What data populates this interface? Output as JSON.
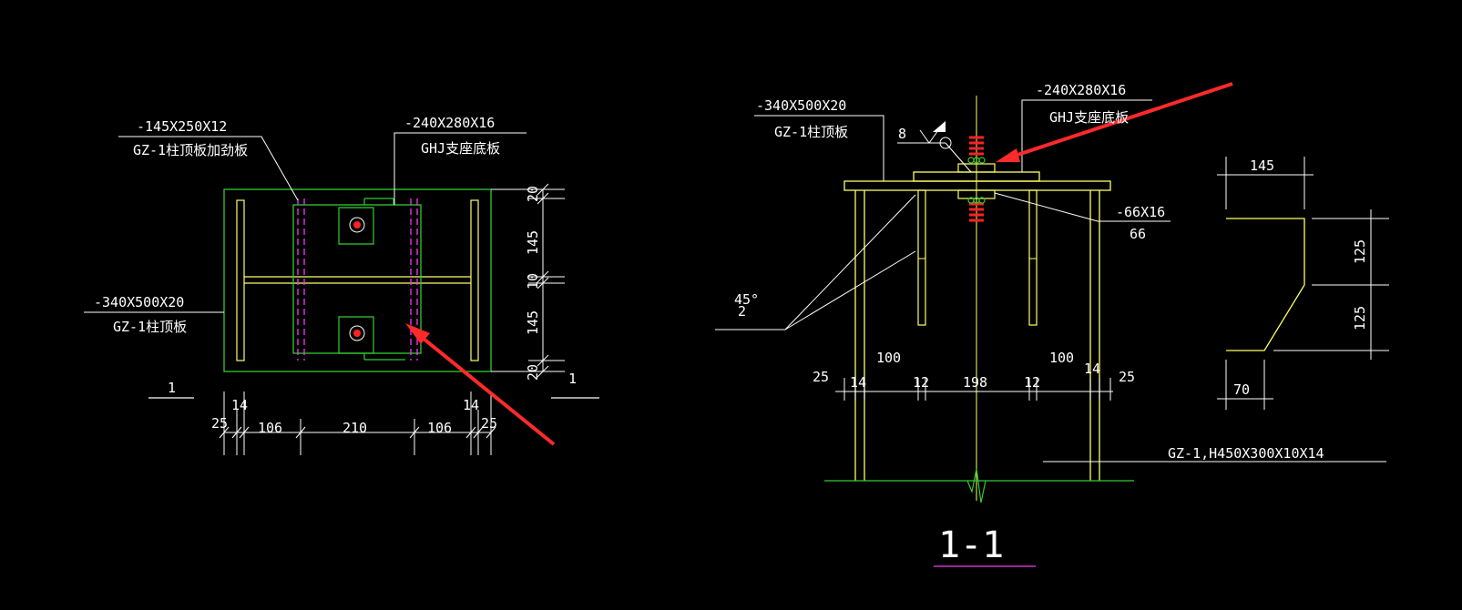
{
  "colors": {
    "background": "#000000",
    "steel": "#ffff66",
    "plate": "#33cc33",
    "rib": "#ff33ff",
    "leader": "#ffffff",
    "dimension": "#ffffff",
    "bolt": "#ff2222",
    "arrow": "#ff2a2a",
    "section_underline": "#cc33cc"
  },
  "plan_view": {
    "stiffener_spec": "-145X250X12",
    "stiffener_name": "GZ-1柱顶板加劲板",
    "base_plate_spec": "-240X280X16",
    "base_plate_name": "GHJ支座底板",
    "cap_plate_spec": "-340X500X20",
    "cap_plate_name": "GZ-1柱顶板",
    "section_mark_left": "1",
    "section_mark_right": "1",
    "dims_vertical": [
      "20",
      "145",
      "10",
      "145",
      "20"
    ],
    "dims_horizontal": [
      "25",
      "14",
      "106",
      "210",
      "106",
      "14",
      "25"
    ]
  },
  "section_view": {
    "cap_plate_spec": "-340X500X20",
    "cap_plate_name": "GZ-1柱顶板",
    "base_plate_spec": "-240X280X16",
    "base_plate_name": "GHJ支座底板",
    "weld_size": "8",
    "washer_spec": "-66X16",
    "washer_sub": "66",
    "angle_label": "45°",
    "angle_sub": "2",
    "dims_top": [
      "100",
      "100"
    ],
    "dims_bottom": [
      "25",
      "14",
      "12",
      "198",
      "12",
      "14",
      "25"
    ],
    "column_spec": "GZ-1,H450X300X10X14",
    "title": "1-1"
  },
  "rib_detail": {
    "width": "145",
    "height_top": "125",
    "height_bottom": "125",
    "bottom_width": "70"
  }
}
